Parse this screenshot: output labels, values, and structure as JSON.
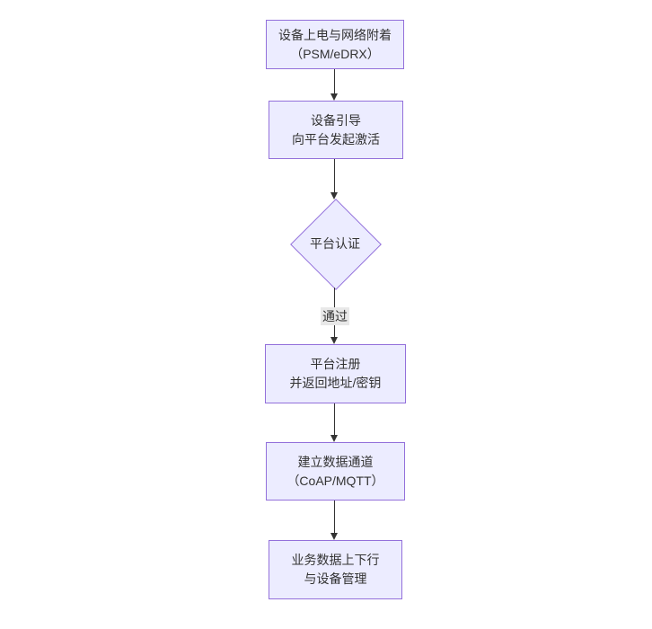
{
  "diagram": {
    "type": "flowchart-top-down",
    "colors": {
      "node_fill": "#ECECFF",
      "node_border": "#9370DB",
      "edge": "#333333",
      "edge_label_bg": "#e8e8e8",
      "text": "#333333",
      "background": "#ffffff"
    },
    "nodes": [
      {
        "id": "A",
        "shape": "rect",
        "lines": [
          "设备上电与网络附着",
          "（PSM/eDRX）"
        ]
      },
      {
        "id": "B",
        "shape": "rect",
        "lines": [
          "设备引导",
          "向平台发起激活"
        ]
      },
      {
        "id": "C",
        "shape": "diamond",
        "lines": [
          "平台认证"
        ]
      },
      {
        "id": "D",
        "shape": "rect",
        "lines": [
          "平台注册",
          "并返回地址/密钥"
        ]
      },
      {
        "id": "E",
        "shape": "rect",
        "lines": [
          "建立数据通道",
          "（CoAP/MQTT）"
        ]
      },
      {
        "id": "F",
        "shape": "rect",
        "lines": [
          "业务数据上下行",
          "与设备管理"
        ]
      }
    ],
    "edges": [
      {
        "from": "A",
        "to": "B",
        "label": ""
      },
      {
        "from": "B",
        "to": "C",
        "label": ""
      },
      {
        "from": "C",
        "to": "D",
        "label": "通过"
      },
      {
        "from": "D",
        "to": "E",
        "label": ""
      },
      {
        "from": "E",
        "to": "F",
        "label": ""
      }
    ]
  }
}
